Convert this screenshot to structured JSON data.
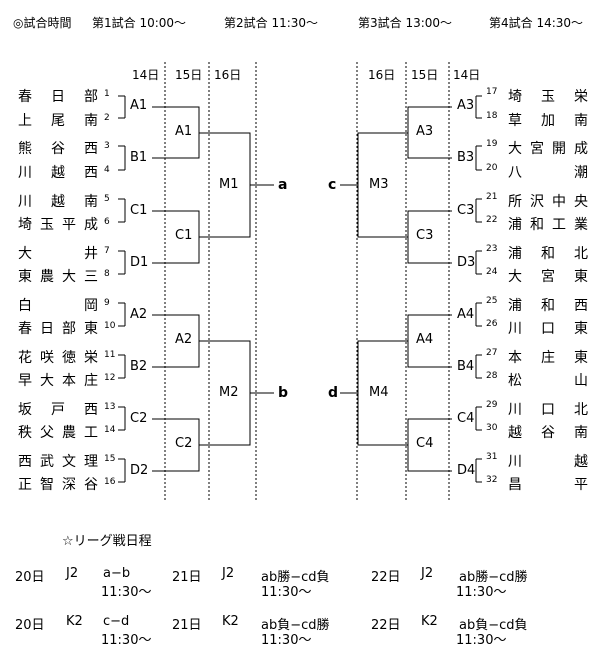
{
  "schedule_header": {
    "symbol": "◎試合時間",
    "match1": "第1試合 10:00〜",
    "match2": "第2試合 11:30〜",
    "match3": "第3試合 13:00〜",
    "match4": "第4試合 14:30〜"
  },
  "days_left": [
    "14日",
    "15日",
    "16日"
  ],
  "days_right": [
    "16日",
    "15日",
    "14日"
  ],
  "left_teams": [
    {
      "name": "春日部",
      "num": "1"
    },
    {
      "name": "上尾南",
      "num": "2"
    },
    {
      "name": "熊谷西",
      "num": "3"
    },
    {
      "name": "川越西",
      "num": "4"
    },
    {
      "name": "川越南",
      "num": "5"
    },
    {
      "name": "埼玉平成",
      "num": "6"
    },
    {
      "name": "大井",
      "num": "7"
    },
    {
      "name": "東農大三",
      "num": "8"
    },
    {
      "name": "白岡",
      "num": "9"
    },
    {
      "name": "春日部東",
      "num": "10"
    },
    {
      "name": "花咲徳栄",
      "num": "11"
    },
    {
      "name": "早大本庄",
      "num": "12"
    },
    {
      "name": "坂戸西",
      "num": "13"
    },
    {
      "name": "秩父農工",
      "num": "14"
    },
    {
      "name": "西武文理",
      "num": "15"
    },
    {
      "name": "正智深谷",
      "num": "16"
    }
  ],
  "right_teams": [
    {
      "name": "埼玉栄",
      "num": "17"
    },
    {
      "name": "草加南",
      "num": "18"
    },
    {
      "name": "大宮開成",
      "num": "19"
    },
    {
      "name": "八潮",
      "num": "20"
    },
    {
      "name": "所沢中央",
      "num": "21"
    },
    {
      "name": "浦和工業",
      "num": "22"
    },
    {
      "name": "浦和北",
      "num": "23"
    },
    {
      "name": "大宮東",
      "num": "24"
    },
    {
      "name": "浦和西",
      "num": "25"
    },
    {
      "name": "川口東",
      "num": "26"
    },
    {
      "name": "本庄東",
      "num": "27"
    },
    {
      "name": "松山",
      "num": "28"
    },
    {
      "name": "川口北",
      "num": "29"
    },
    {
      "name": "越谷南",
      "num": "30"
    },
    {
      "name": "川越",
      "num": "31"
    },
    {
      "name": "昌平",
      "num": "32"
    }
  ],
  "left_r1": [
    "A1",
    "B1",
    "C1",
    "D1",
    "A2",
    "B2",
    "C2",
    "D2"
  ],
  "left_r2": [
    "A1",
    "C1",
    "A2",
    "C2"
  ],
  "left_r3": [
    "M1",
    "M2"
  ],
  "left_finals": [
    "a",
    "b"
  ],
  "right_r1": [
    "A3",
    "B3",
    "C3",
    "D3",
    "A4",
    "B4",
    "C4",
    "D4"
  ],
  "right_r2": [
    "A3",
    "C3",
    "A4",
    "C4"
  ],
  "right_r3": [
    "M3",
    "M4"
  ],
  "right_finals": [
    "c",
    "d"
  ],
  "league": {
    "title": "☆リーグ戦日程",
    "rows": [
      {
        "d1": "20日",
        "c1": "J2",
        "m1": "a−b",
        "d2": "21日",
        "c2": "J2",
        "m2": "ab勝−cd負",
        "d3": "22日",
        "c3": "J2",
        "m3": "ab勝−cd勝",
        "time": "11:30〜"
      },
      {
        "d1": "20日",
        "c1": "K2",
        "m1": "c−d",
        "d2": "21日",
        "c2": "K2",
        "m2": "ab負−cd勝",
        "d3": "22日",
        "c3": "K2",
        "m3": "ab負−cd負",
        "time": "11:30〜"
      }
    ]
  }
}
